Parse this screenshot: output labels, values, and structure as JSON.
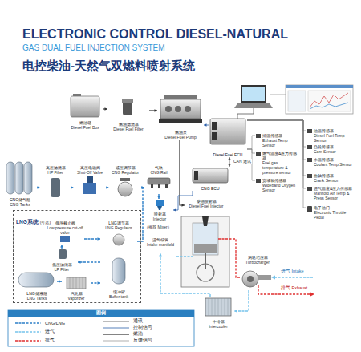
{
  "diagram": {
    "title": "ELECTRONIC CONTROL DIESEL-NATURAL",
    "nodes": [
      {
        "text": [
          "燃油箱",
          "Diesel Fuel Box"
        ]
      },
      {
        "text": [
          "燃油滤清器",
          "Diesel Fuel Filter"
        ]
      },
      {
        "text": [
          "燃油泵",
          "Diesel Fuel Pump"
        ]
      },
      {
        "text": [
          "Diesel Fuel ECU"
        ]
      },
      {
        "text": [
          "CNG ECU"
        ]
      },
      {
        "text": [
          "CNG储气瓶",
          "CNG Tanks"
        ]
      },
      {
        "text": [
          "高压滤清器",
          "HP Filter"
        ]
      },
      {
        "text": [
          "高压电磁阀",
          "Shut-Off Valve"
        ]
      },
      {
        "text": [
          "减压调节器",
          "CNG Regulator"
        ]
      },
      {
        "text": [
          "气轨",
          "CNG Rail"
        ]
      },
      {
        "text": [
          "喷射器",
          "Injector"
        ]
      },
      {
        "text": [
          "柴油喷射器",
          "Diesel Fuel Injector"
        ]
      },
      {
        "text": [
          "LNG系统",
          "(可选)"
        ]
      },
      {
        "text": [
          "低压截止阀",
          "Low pressure cut-off valve"
        ],
        "in": 12
      },
      {
        "text": [
          "低压滤清器",
          "LP Filter"
        ],
        "in": 12
      },
      {
        "text": [
          "LNG调节器",
          "LNG Regulator"
        ],
        "in": 12
      },
      {
        "text": [
          "LNG储液瓶",
          "LNG Tanks"
        ],
        "in": 12
      },
      {
        "text": [
          "汽化器",
          "Vaporizer"
        ],
        "in": 12
      },
      {
        "text": [
          "缓冲罐",
          "Buffer tank"
        ],
        "in": 12
      },
      {
        "text": [
          "进气歧管",
          "Intake manifold"
        ]
      },
      {
        "text": [
          "涡轮增压器",
          "Turbocharger"
        ]
      },
      {
        "text": [
          "中冷器",
          "Intercooler"
        ]
      },
      {
        "text": [
          "油温传感器",
          "Diesel Fuel Temp Sensor"
        ]
      },
      {
        "text": [
          "排温传感器",
          "Exhaust Temp Sensor"
        ]
      },
      {
        "text": [
          "凸轮传感器",
          "Cam Sensor"
        ]
      },
      {
        "text": [
          "燃气温度&压力传感器",
          "Fuel gas temperature & pressure sensor"
        ]
      },
      {
        "text": [
          "水温传感器",
          "Coolant Temp Sensor"
        ]
      },
      {
        "text": [
          "宽域氧传感器",
          "Wideband Oxygen Sensor"
        ]
      },
      {
        "text": [
          "曲轴传感器",
          "Crank Sensor"
        ]
      },
      {
        "text": [
          "进气温度&压力传感器",
          "Manifold Air Temp & Press Sensor"
        ]
      },
      {
        "text": [
          "电子油门",
          "Electronic Throttle Pedal"
        ]
      }
    ],
    "edges": [
      {
        "from": 0,
        "to": 1,
        "arrow": "to"
      },
      {
        "from": 1,
        "to": 2,
        "arrow": "to"
      },
      {
        "from": 2,
        "to": 11,
        "arrow": "to"
      },
      {
        "from": 3,
        "to": 2,
        "arrow": "to"
      },
      {
        "from": 3,
        "to": 4,
        "label": "CAN 通讯",
        "arrow": "both"
      },
      {
        "from": 4,
        "to": 10,
        "arrow": "to"
      },
      {
        "from": 5,
        "to": 6,
        "arrow": "to"
      },
      {
        "from": 6,
        "to": 7,
        "arrow": "to"
      },
      {
        "from": 7,
        "to": 8,
        "arrow": "to"
      },
      {
        "from": 8,
        "to": 9,
        "arrow": "to"
      },
      {
        "from": 9,
        "to": 10,
        "arrow": "to"
      },
      {
        "from": 16,
        "to": 17,
        "arrow": "to"
      },
      {
        "from": 17,
        "to": 18,
        "arrow": "to"
      },
      {
        "from": 18,
        "to": 14,
        "arrow": "to"
      },
      {
        "from": 14,
        "to": 13,
        "arrow": "to"
      },
      {
        "from": 13,
        "to": 15,
        "arrow": "to"
      },
      {
        "from": 15,
        "to": 9,
        "arrow": "to"
      },
      {
        "from": 20,
        "to": 21,
        "arrow": "to"
      },
      {
        "from": 21,
        "to": 19,
        "arrow": "to"
      },
      {
        "from": 3,
        "to": 22,
        "arrow": "none"
      },
      {
        "from": 3,
        "to": 23,
        "arrow": "none"
      },
      {
        "from": 3,
        "to": 24,
        "arrow": "none"
      },
      {
        "from": 3,
        "to": 25,
        "arrow": "none"
      },
      {
        "from": 3,
        "to": 26,
        "arrow": "none"
      },
      {
        "from": 3,
        "to": 27,
        "arrow": "none"
      },
      {
        "from": 3,
        "to": 28,
        "arrow": "none"
      },
      {
        "from": 3,
        "to": 29,
        "arrow": "none"
      },
      {
        "from": 3,
        "to": 30,
        "arrow": "none"
      }
    ],
    "labels": [
      "GAS DUAL FUEL INJECTION SYSTEM",
      "电控柴油-天然气双燃料喷射系统",
      "（推荐 Mixer）",
      "进气 Intake",
      "排气 Exhaust",
      "图例"
    ],
    "legend": [
      {
        "text": "CNG/LNG"
      },
      {
        "text": "进气"
      },
      {
        "text": "排气"
      },
      {
        "text": "通讯"
      },
      {
        "text": "控制信号"
      },
      {
        "text": "燃油"
      },
      {
        "text": "反馈信号"
      }
    ]
  }
}
